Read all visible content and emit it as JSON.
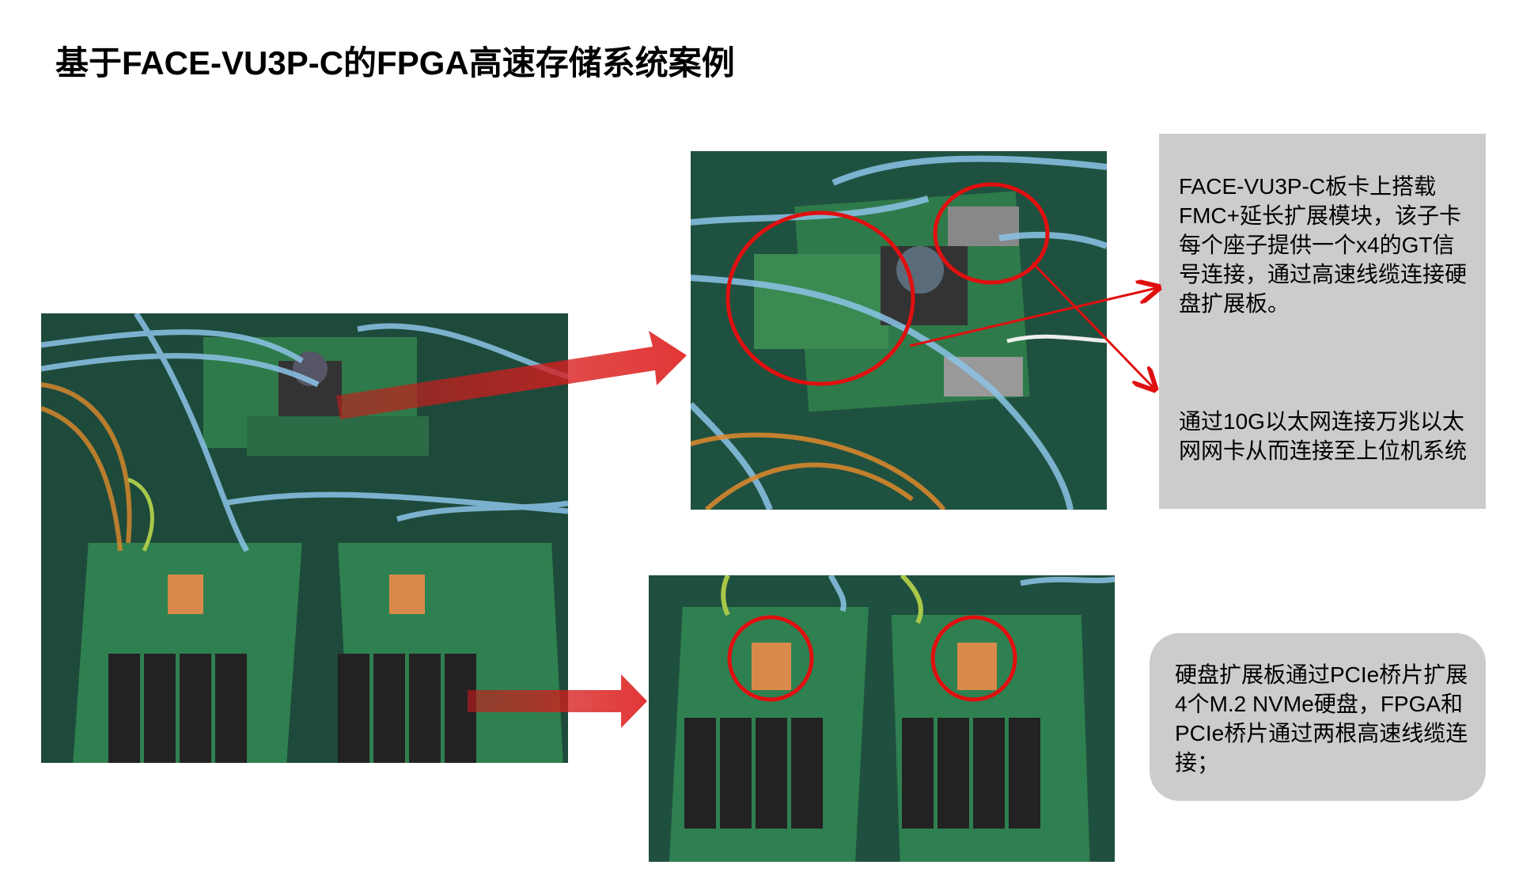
{
  "title": "基于FACE-VU3P-C的FPGA高速存储系统案例",
  "notes": {
    "top_1": "FACE-VU3P-C板卡上搭载FMC+延长扩展模块，该子卡每个座子提供一个x4的GT信号连接，通过高速线缆连接硬盘扩展板。",
    "top_2": "通过10G以太网连接万兆以太网网卡从而连接至上位机系统",
    "bottom": "硬盘扩展板通过PCIe桥片扩展4个M.2 NVMe硬盘，FPGA和PCIe桥片通过两根高速线缆连接；"
  },
  "colors": {
    "accent_red": "#e01010",
    "note_bg": "#cccccc",
    "pcb_green": "#2e7d4f"
  },
  "images": {
    "overview": "photo-system-overview",
    "fpga_board": "photo-fpga-board-with-fmc",
    "disk_boards": "photo-nvme-expansion-boards"
  }
}
